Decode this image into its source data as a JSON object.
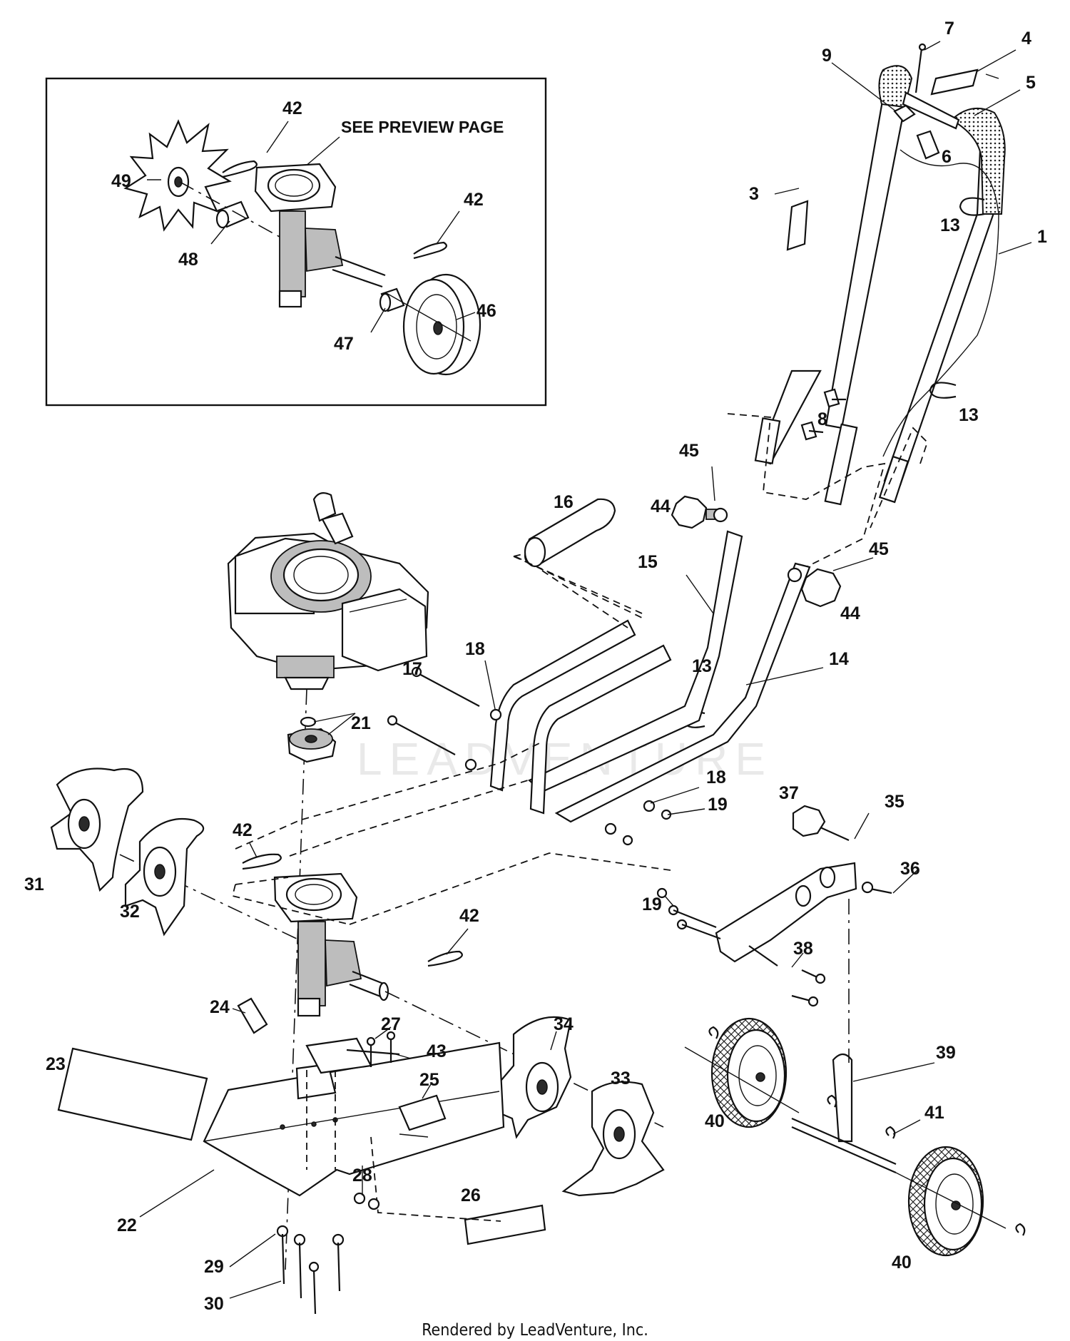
{
  "diagram": {
    "inset_note": "SEE PREVIEW PAGE",
    "footer": "Rendered by LeadVenture, Inc.",
    "watermark": "LEADVENTURE",
    "labels": [
      {
        "id": "1",
        "text": "1"
      },
      {
        "id": "3",
        "text": "3"
      },
      {
        "id": "4",
        "text": "4"
      },
      {
        "id": "5",
        "text": "5"
      },
      {
        "id": "6",
        "text": "6"
      },
      {
        "id": "7",
        "text": "7"
      },
      {
        "id": "8",
        "text": "8"
      },
      {
        "id": "9",
        "text": "9"
      },
      {
        "id": "13a",
        "text": "13"
      },
      {
        "id": "13b",
        "text": "13"
      },
      {
        "id": "13c",
        "text": "13"
      },
      {
        "id": "14",
        "text": "14"
      },
      {
        "id": "15",
        "text": "15"
      },
      {
        "id": "16",
        "text": "16"
      },
      {
        "id": "17",
        "text": "17"
      },
      {
        "id": "18a",
        "text": "18"
      },
      {
        "id": "18b",
        "text": "18"
      },
      {
        "id": "19a",
        "text": "19"
      },
      {
        "id": "19b",
        "text": "19"
      },
      {
        "id": "21",
        "text": "21"
      },
      {
        "id": "22",
        "text": "22"
      },
      {
        "id": "23",
        "text": "23"
      },
      {
        "id": "24",
        "text": "24"
      },
      {
        "id": "25",
        "text": "25"
      },
      {
        "id": "26",
        "text": "26"
      },
      {
        "id": "27",
        "text": "27"
      },
      {
        "id": "28",
        "text": "28"
      },
      {
        "id": "29",
        "text": "29"
      },
      {
        "id": "30",
        "text": "30"
      },
      {
        "id": "31",
        "text": "31"
      },
      {
        "id": "32",
        "text": "32"
      },
      {
        "id": "33",
        "text": "33"
      },
      {
        "id": "34",
        "text": "34"
      },
      {
        "id": "35",
        "text": "35"
      },
      {
        "id": "36",
        "text": "36"
      },
      {
        "id": "37",
        "text": "37"
      },
      {
        "id": "38",
        "text": "38"
      },
      {
        "id": "39",
        "text": "39"
      },
      {
        "id": "40a",
        "text": "40"
      },
      {
        "id": "40b",
        "text": "40"
      },
      {
        "id": "41",
        "text": "41"
      },
      {
        "id": "42a",
        "text": "42"
      },
      {
        "id": "42b",
        "text": "42"
      },
      {
        "id": "42c",
        "text": "42"
      },
      {
        "id": "42d",
        "text": "42"
      },
      {
        "id": "43",
        "text": "43"
      },
      {
        "id": "44a",
        "text": "44"
      },
      {
        "id": "44b",
        "text": "44"
      },
      {
        "id": "45a",
        "text": "45"
      },
      {
        "id": "45b",
        "text": "45"
      },
      {
        "id": "46",
        "text": "46"
      },
      {
        "id": "47",
        "text": "47"
      },
      {
        "id": "48",
        "text": "48"
      },
      {
        "id": "49",
        "text": "49"
      }
    ]
  }
}
